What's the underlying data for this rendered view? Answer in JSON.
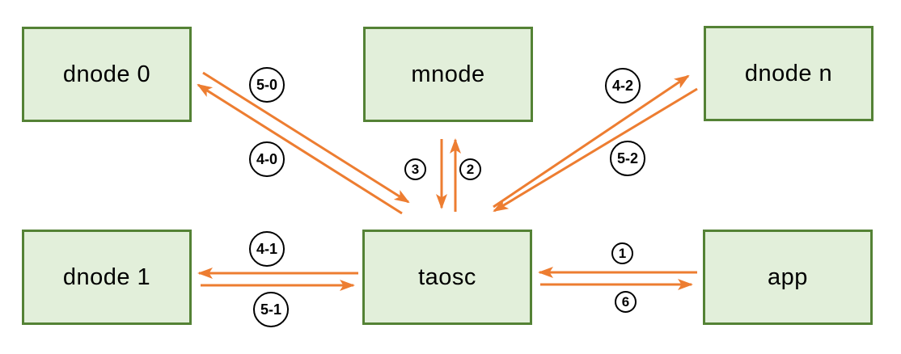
{
  "diagram": {
    "type": "architecture-flow",
    "nodes": [
      {
        "id": "dnode-0",
        "label": "dnode 0"
      },
      {
        "id": "mnode",
        "label": "mnode"
      },
      {
        "id": "dnode-n",
        "label": "dnode n"
      },
      {
        "id": "dnode-1",
        "label": "dnode 1"
      },
      {
        "id": "taosc",
        "label": "taosc"
      },
      {
        "id": "app",
        "label": "app"
      }
    ],
    "edges": [
      {
        "label": "5-0",
        "from": "dnode 0",
        "to": "taosc",
        "badge": "circle-large"
      },
      {
        "label": "4-0",
        "from": "taosc",
        "to": "dnode 0",
        "badge": "circle-large"
      },
      {
        "label": "3",
        "from": "mnode",
        "to": "taosc",
        "badge": "circle-small"
      },
      {
        "label": "2",
        "from": "taosc",
        "to": "mnode",
        "badge": "circle-small"
      },
      {
        "label": "4-2",
        "from": "taosc",
        "to": "dnode n",
        "badge": "circle-large"
      },
      {
        "label": "5-2",
        "from": "dnode n",
        "to": "taosc",
        "badge": "circle-large"
      },
      {
        "label": "4-1",
        "from": "taosc",
        "to": "dnode 1",
        "badge": "circle-large"
      },
      {
        "label": "5-1",
        "from": "dnode 1",
        "to": "taosc",
        "badge": "circle-large"
      },
      {
        "label": "1",
        "from": "app",
        "to": "taosc",
        "badge": "circle-small"
      },
      {
        "label": "6",
        "from": "taosc",
        "to": "app",
        "badge": "circle-small"
      }
    ],
    "colors": {
      "background": "#ffffff",
      "node_fill": "#e2efda",
      "node_border": "#548235",
      "arrow": "#ed7d31",
      "badge_border": "#000000",
      "text": "#000000"
    }
  }
}
